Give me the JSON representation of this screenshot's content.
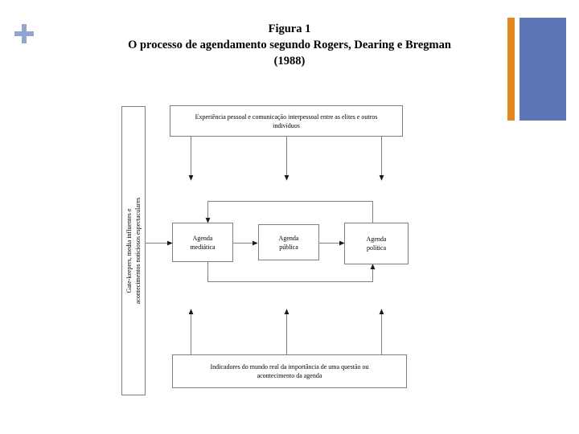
{
  "slide": {
    "title": {
      "line1": "Figura 1",
      "line2": "O processo de agendamento segundo Rogers, Dearing e Bregman",
      "line3": "(1988)"
    },
    "decorations": {
      "plus_icon": "plus-icon",
      "orange_bar_color": "#e28a21",
      "blue_bar_color": "#5b76b7",
      "plus_color": "#93a4ce"
    }
  },
  "diagram": {
    "type": "flowchart",
    "nodes": {
      "top_box": {
        "label": "Experiência pessoal e comunicação interpessoal entre as elites e outros indivíduos",
        "line1": "Experiência pessoal e comunicação interpessoal entre as elites e outros",
        "line2": "indivíduos"
      },
      "left_box": {
        "label": "Gate-keepers, media influentes e acontecimentos noticiosos espectaculares",
        "line1": "Gate-keepers, media influentes e",
        "line2": "acontecimentos noticiosos espectaculares"
      },
      "agenda_midia": {
        "line1": "Agenda",
        "line2": "mediática"
      },
      "agenda_publica": {
        "line1": "Agenda",
        "line2": "pública"
      },
      "agenda_politica": {
        "line1": "Agenda",
        "line2": "política"
      },
      "bottom_box": {
        "label": "Indicadores do mundo real da importância de uma questão ou acontecimento da agenda",
        "line1": "Indicadores do mundo real da importância de uma questão ou",
        "line2": "acontecimento da agenda"
      }
    },
    "edges": [
      {
        "from": "top_box",
        "to": "agenda_midia",
        "direction": "down"
      },
      {
        "from": "top_box",
        "to": "agenda_publica",
        "direction": "down"
      },
      {
        "from": "top_box",
        "to": "agenda_politica",
        "direction": "down"
      },
      {
        "from": "left_box",
        "to": "agenda_midia",
        "direction": "right"
      },
      {
        "from": "agenda_midia",
        "to": "agenda_publica",
        "direction": "right"
      },
      {
        "from": "agenda_publica",
        "to": "agenda_politica",
        "direction": "right"
      },
      {
        "from": "agenda_politica",
        "to": "agenda_midia",
        "direction": "feedback-top"
      },
      {
        "from": "agenda_midia",
        "to": "agenda_politica",
        "direction": "feedback-bottom"
      },
      {
        "from": "bottom_box",
        "to": "agenda_midia",
        "direction": "up"
      },
      {
        "from": "bottom_box",
        "to": "agenda_publica",
        "direction": "up"
      },
      {
        "from": "bottom_box",
        "to": "agenda_politica",
        "direction": "up"
      }
    ],
    "line_color": "#808080",
    "arrow_color": "#1a1a1a"
  }
}
